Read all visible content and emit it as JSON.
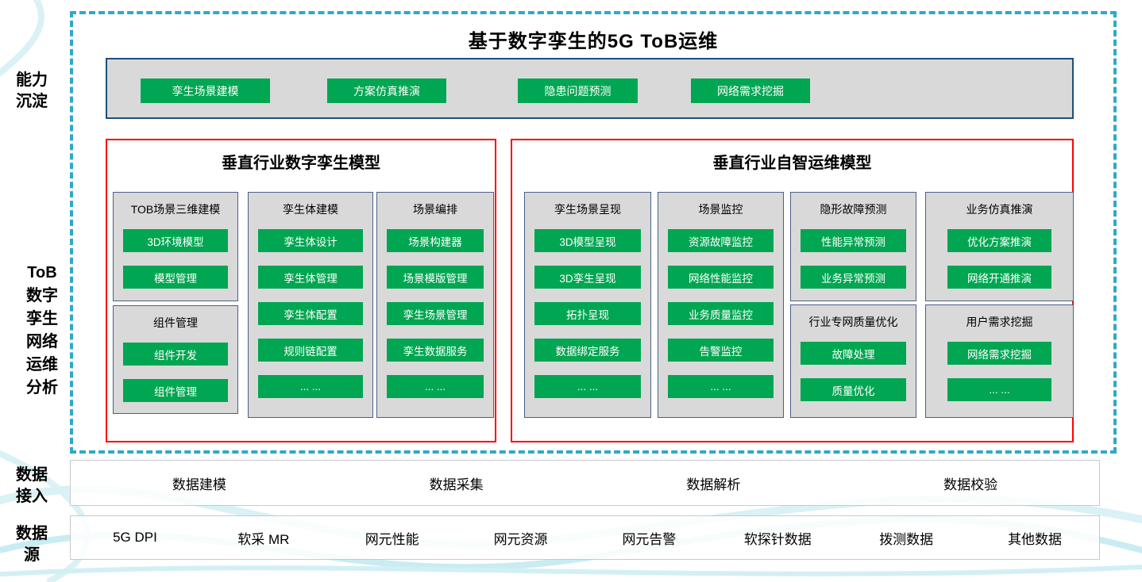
{
  "page": {
    "title": "基于数字孪生的5G ToB运维"
  },
  "side_labels": {
    "capability": "能力\n沉淀",
    "tob": "ToB\n数字\n孪生\n网络\n运维\n分析",
    "data_access": "数据\n接入",
    "data_source": "数据\n源"
  },
  "capability_bar": {
    "buttons": [
      "孪生场景建模",
      "方案仿真推演",
      "隐患问题预测",
      "网络需求挖掘"
    ]
  },
  "left_box": {
    "title": "垂直行业数字孪生模型",
    "panels": [
      {
        "title": "TOB场景三维建模",
        "buttons": [
          "3D环境模型",
          "模型管理"
        ]
      },
      {
        "title": "组件管理",
        "buttons": [
          "组件开发",
          "组件管理"
        ]
      },
      {
        "title": "孪生体建模",
        "buttons": [
          "孪生体设计",
          "孪生体管理",
          "孪生体配置",
          "规则链配置",
          "... ..."
        ]
      },
      {
        "title": "场景编排",
        "buttons": [
          "场景构建器",
          "场景模版管理",
          "孪生场景管理",
          "孪生数据服务",
          "... ..."
        ]
      }
    ]
  },
  "right_box": {
    "title": "垂直行业自智运维模型",
    "panels": [
      {
        "title": "孪生场景呈现",
        "buttons": [
          "3D模型呈现",
          "3D孪生呈现",
          "拓扑呈现",
          "数据绑定服务",
          "... ..."
        ]
      },
      {
        "title": "场景监控",
        "buttons": [
          "资源故障监控",
          "网络性能监控",
          "业务质量监控",
          "告警监控",
          "... ..."
        ]
      },
      {
        "title": "隐形故障预测",
        "buttons": [
          "性能异常预测",
          "业务异常预测"
        ]
      },
      {
        "title": "行业专网质量优化",
        "buttons": [
          "故障处理",
          "质量优化"
        ]
      },
      {
        "title": "业务仿真推演",
        "buttons": [
          "优化方案推演",
          "网络开通推演"
        ]
      },
      {
        "title": "用户需求挖掘",
        "buttons": [
          "网络需求挖掘",
          "... ..."
        ]
      }
    ]
  },
  "data_access_row": {
    "items": [
      "数据建模",
      "数据采集",
      "数据解析",
      "数据校验"
    ]
  },
  "data_source_row": {
    "items": [
      "5G DPI",
      "软采 MR",
      "网元性能",
      "网元资源",
      "网元告警",
      "软探针数据",
      "拨测数据",
      "其他数据"
    ]
  },
  "colors": {
    "green": "#00a651",
    "red_border": "#fe0000",
    "teal_dashed": "#2ea9c9",
    "navy_border": "#1f4e79",
    "panel_bg": "#d9d9d9"
  }
}
